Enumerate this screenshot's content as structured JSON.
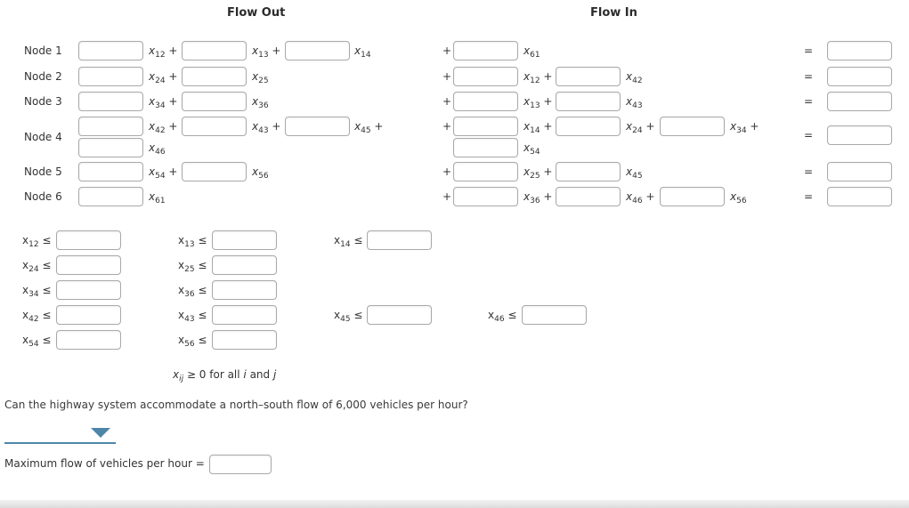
{
  "headers": {
    "flow_out": "Flow Out",
    "flow_in": "Flow In"
  },
  "symbols": {
    "plus": "+",
    "equals": "=",
    "var_letter": "x"
  },
  "nodes": [
    {
      "label": "Node 1",
      "out_lines": [
        [
          "12",
          "13",
          "14"
        ]
      ],
      "out_trailing_plus": false,
      "in_lines": [
        [
          "61"
        ]
      ],
      "in_trailing_plus": false
    },
    {
      "label": "Node 2",
      "out_lines": [
        [
          "24",
          "25"
        ]
      ],
      "out_trailing_plus": false,
      "in_lines": [
        [
          "12",
          "42"
        ]
      ],
      "in_trailing_plus": false
    },
    {
      "label": "Node 3",
      "out_lines": [
        [
          "34",
          "36"
        ]
      ],
      "out_trailing_plus": false,
      "in_lines": [
        [
          "13",
          "43"
        ]
      ],
      "in_trailing_plus": false
    },
    {
      "label": "Node 4",
      "out_lines": [
        [
          "42",
          "43",
          "45"
        ],
        [
          "46"
        ]
      ],
      "out_trailing_plus": true,
      "in_lines": [
        [
          "14",
          "24",
          "34"
        ],
        [
          "54"
        ]
      ],
      "in_trailing_plus": true
    },
    {
      "label": "Node 5",
      "out_lines": [
        [
          "54",
          "56"
        ]
      ],
      "out_trailing_plus": false,
      "in_lines": [
        [
          "25",
          "45"
        ]
      ],
      "in_trailing_plus": false
    },
    {
      "label": "Node 6",
      "out_lines": [
        [
          "61"
        ]
      ],
      "out_trailing_plus": false,
      "in_lines": [
        [
          "36",
          "46",
          "56"
        ]
      ],
      "in_trailing_plus": false
    }
  ],
  "capacity_constraints": {
    "operator": "≤",
    "rows": [
      [
        {
          "var": "12",
          "col": 0
        },
        {
          "var": "13",
          "col": 1
        },
        {
          "var": "14",
          "col": 2
        }
      ],
      [
        {
          "var": "24",
          "col": 0
        },
        {
          "var": "25",
          "col": 1
        }
      ],
      [
        {
          "var": "34",
          "col": 0
        },
        {
          "var": "36",
          "col": 1
        }
      ],
      [
        {
          "var": "42",
          "col": 0
        },
        {
          "var": "43",
          "col": 1
        },
        {
          "var": "45",
          "col": 2
        },
        {
          "var": "46",
          "col": 3
        }
      ],
      [
        {
          "var": "54",
          "col": 0
        },
        {
          "var": "56",
          "col": 1
        }
      ]
    ]
  },
  "nonnegativity": {
    "var_letter": "x",
    "subscript": "ij",
    "text": " ≥ 0 for all ",
    "i": "i",
    "conjunction": " and ",
    "j": "j"
  },
  "question": "Can the highway system accommodate a north–south flow of 6,000 vehicles per hour?",
  "answer_dropdown": {
    "selected": ""
  },
  "max_flow": {
    "label": "Maximum flow of vehicles per hour =",
    "value": ""
  },
  "input_value": "",
  "colors": {
    "accent": "#4e86aa",
    "input_border": "#a9a9a9",
    "text": "#333333"
  }
}
